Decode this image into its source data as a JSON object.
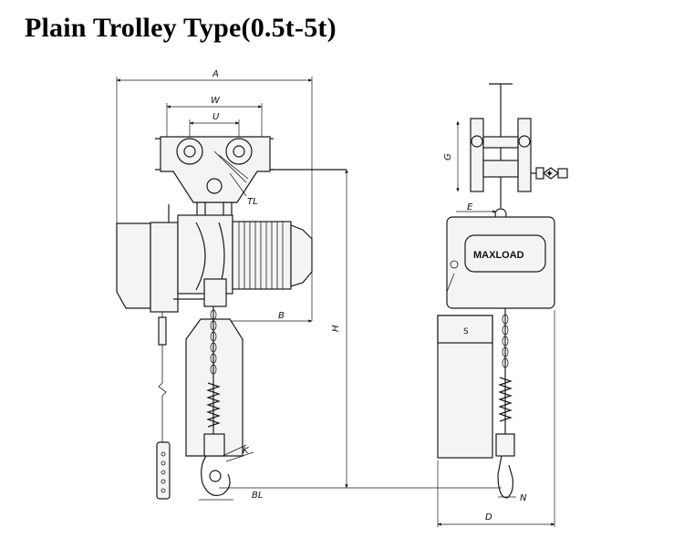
{
  "title": "Plain Trolley Type(0.5t-5t)",
  "brand_label": "MAXLOAD",
  "dimension_labels": {
    "A": "A",
    "W": "W",
    "U": "U",
    "TL": "TL",
    "B": "B",
    "H": "H",
    "K": "K",
    "BL": "BL",
    "G": "G",
    "E": "E",
    "S": "S",
    "N": "N",
    "D": "D"
  }
}
